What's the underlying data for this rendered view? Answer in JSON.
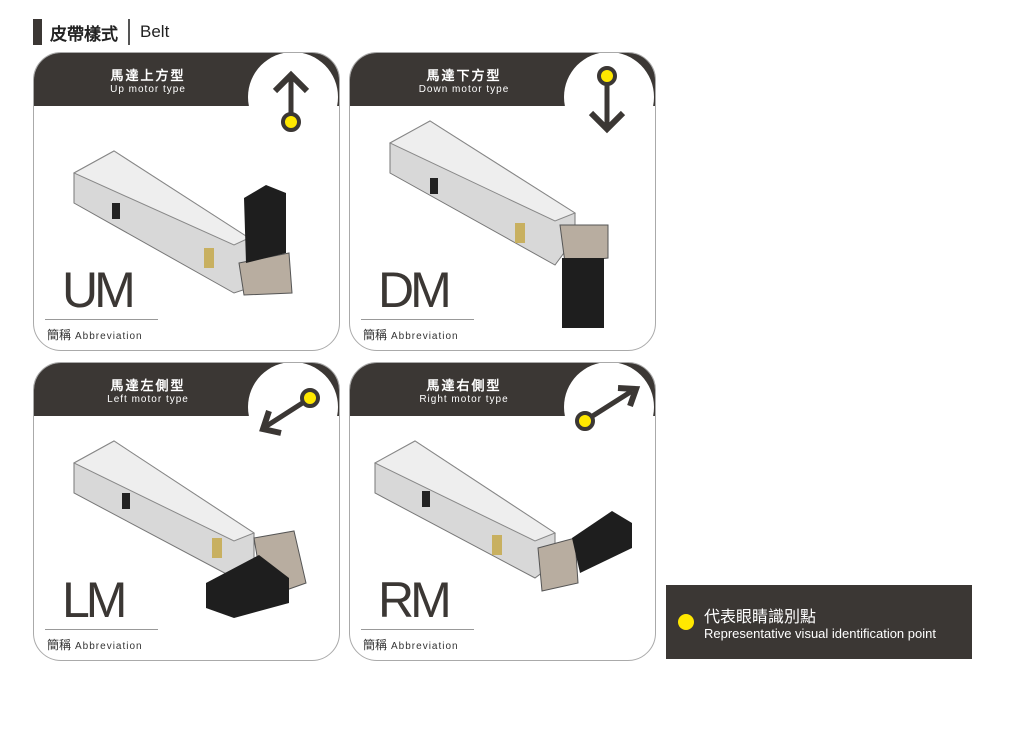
{
  "title": {
    "zh": "皮帶樣式",
    "en": "Belt"
  },
  "cards": [
    {
      "zh": "馬達上方型",
      "en": "Up motor type",
      "abbr": "UM",
      "label_zh": "簡稱",
      "label_en": "Abbreviation",
      "icon": "arrow-up-icon"
    },
    {
      "zh": "馬達下方型",
      "en": "Down motor type",
      "abbr": "DM",
      "label_zh": "簡稱",
      "label_en": "Abbreviation",
      "icon": "arrow-down-icon"
    },
    {
      "zh": "馬達左側型",
      "en": "Left motor type",
      "abbr": "LM",
      "label_zh": "簡稱",
      "label_en": "Abbreviation",
      "icon": "arrow-left-icon"
    },
    {
      "zh": "馬達右側型",
      "en": "Right motor type",
      "abbr": "RM",
      "label_zh": "簡稱",
      "label_en": "Abbreviation",
      "icon": "arrow-right-icon"
    }
  ],
  "legend": {
    "zh": "代表眼睛識別點",
    "en": "Representative visual identification point"
  },
  "colors": {
    "dark": "#3b3734",
    "dot": "#ffe800"
  }
}
